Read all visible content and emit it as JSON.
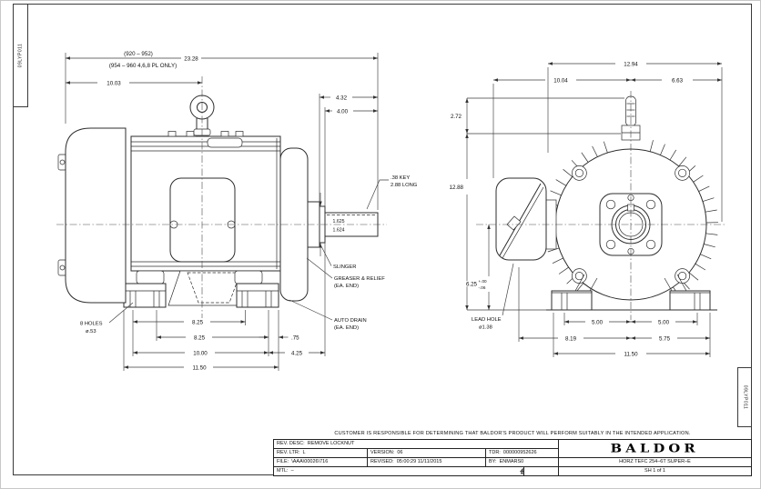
{
  "sheet": {
    "doc_code": "09LYP011"
  },
  "side_view": {
    "frame_note_line1": "(920 – 952)",
    "frame_note_line2": "(954 – 960 4,6,8 PL ONLY)",
    "overall_length": "23.28",
    "len_10_03": "10.03",
    "shaft_ext_4_32": "4.32",
    "shaft_ext_4_00": "4.00",
    "key_line1": ".38 KEY",
    "key_line2": "2.88 LONG",
    "shaft_dia_max": "1.625",
    "shaft_dia_min": "1.624",
    "slinger_label": "SLINGER",
    "greaser_line1": "GREASER & RELIEF",
    "greaser_line2": "(EA. END)",
    "drain_line1": "AUTO DRAIN",
    "drain_line2": "(EA. END)",
    "holes_line1": "8 HOLES",
    "holes_line2": "ø.53",
    "foot_8_25_a": "8.25",
    "foot_8_25_b": "8.25",
    "foot_75": ".75",
    "foot_10_00": "10.00",
    "foot_4_25": "4.25",
    "foot_11_50": "11.50"
  },
  "end_view": {
    "width_12_94": "12.94",
    "width_10_04": "10.04",
    "width_6_63": "6.63",
    "h_2_72": "2.72",
    "h_12_88": "12.88",
    "h_6_25": "6.25",
    "h_tol_plus": "+.00",
    "h_tol_minus": "-.06",
    "lead_line1": "LEAD HOLE",
    "lead_line2": "ø1.38",
    "foot_5_00_a": "5.00",
    "foot_5_00_b": "5.00",
    "foot_8_19": "8.19",
    "foot_5_75": "5.75",
    "foot_11_50": "11.50"
  },
  "title_block": {
    "disclaimer": "CUSTOMER IS RESPONSIBLE FOR DETERMINING THAT BALDOR'S PRODUCT WILL PERFORM SUITABLY IN THE INTENDED APPLICATION.",
    "rev_desc_label": "REV. DESC:",
    "rev_desc_value": "REMOVE LOCKNUT",
    "rev_ltr_label": "REV. LTR:",
    "rev_ltr_value": "L",
    "version_label": "VERSION:",
    "version_value": "06",
    "tdr_label": "TDR:",
    "tdr_value": "000000952626",
    "file_label": "FILE:",
    "file_value": "\\AAA\\00026\\716",
    "revised_label": "REVISED:",
    "revised_value": "05:00:29 11/11/2015",
    "by_label": "BY:",
    "by_value": "ENMARS0",
    "mtl_label": "MTL:",
    "mtl_value": "–",
    "brand": "BALDOR",
    "drawing_title": "HORZ TEFC 254–6T SUPER–E",
    "sheet_number": "SH 1 of 1"
  }
}
